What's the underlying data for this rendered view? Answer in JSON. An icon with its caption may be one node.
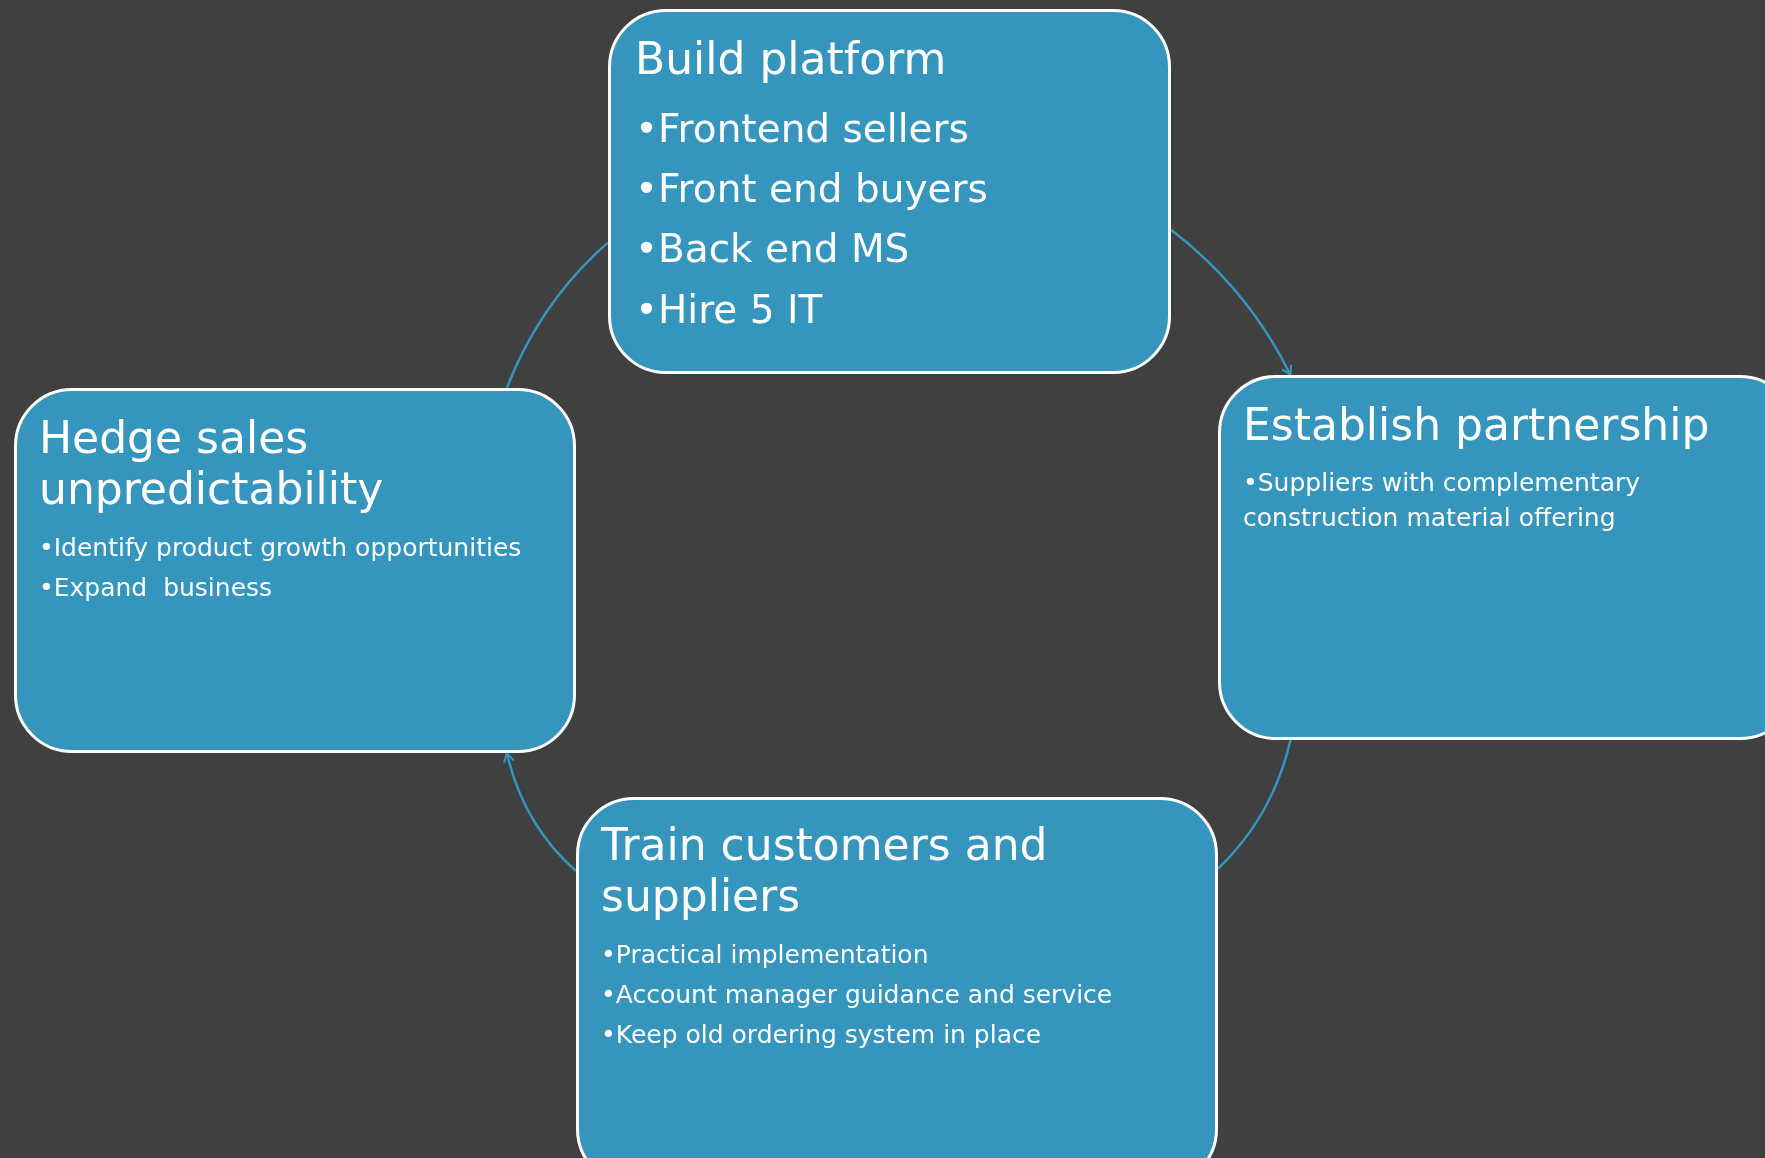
{
  "diagram": {
    "nodes": [
      {
        "text": [
          "Build platform",
          "•Frontend sellers",
          "•Front end buyers",
          "•Back end MS",
          "•Hire 5 IT"
        ]
      },
      {
        "text": [
          "Hedge sales unpredictability",
          "•Identify product growth opportunities",
          "•Expand  business"
        ]
      },
      {
        "text": [
          "Establish partnership",
          "•Suppliers with complementary construction material offering"
        ]
      },
      {
        "text": [
          "Train customers and suppliers",
          "•Practical implementation",
          "•Account manager guidance and service",
          "•Keep old ordering system in place"
        ]
      }
    ],
    "edges": [
      {
        "from": 0,
        "to": 2,
        "arrow": "to"
      },
      {
        "from": 2,
        "to": 3,
        "arrow": "none"
      },
      {
        "from": 3,
        "to": 1,
        "arrow": "to"
      },
      {
        "from": 1,
        "to": 0,
        "arrow": "none"
      }
    ]
  }
}
